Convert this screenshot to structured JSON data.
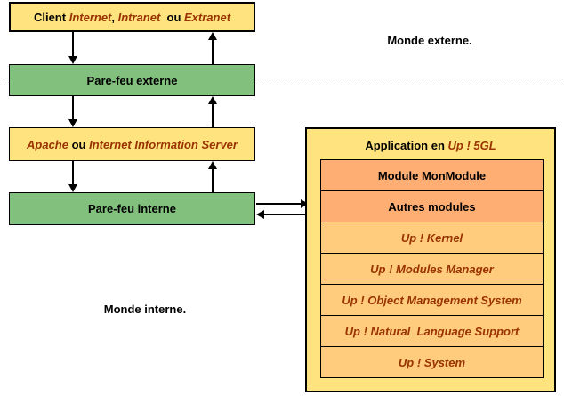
{
  "colors": {
    "yellow": "#FFE37E",
    "green": "#82C07E",
    "salmon": "#FFAE73",
    "tan": "#FFCB7D",
    "dark_red_text": "#993300",
    "line": "#000000"
  },
  "world_labels": {
    "external": "Monde externe.",
    "internal": "Monde interne."
  },
  "nodes": {
    "client": {
      "segments": [
        {
          "t": "Client ",
          "style": "plain"
        },
        {
          "t": "Internet",
          "style": "accent"
        },
        {
          "t": ", ",
          "style": "plain"
        },
        {
          "t": "Intranet",
          "style": "accent"
        },
        {
          "t": "  ou ",
          "style": "plain"
        },
        {
          "t": "Extranet",
          "style": "accent"
        }
      ]
    },
    "external_firewall": {
      "label": "Pare-feu externe"
    },
    "web_server": {
      "segments": [
        {
          "t": "Apache",
          "style": "accent"
        },
        {
          "t": " ou ",
          "style": "plain"
        },
        {
          "t": "Internet Information Server",
          "style": "accent"
        }
      ]
    },
    "internal_firewall": {
      "label": "Pare-feu interne"
    }
  },
  "application": {
    "title_segments": [
      {
        "t": "Application en ",
        "style": "plain"
      },
      {
        "t": "Up ! 5GL",
        "style": "accent"
      }
    ],
    "modules": [
      {
        "label": "Module MonModule",
        "kind": "user-module"
      },
      {
        "label": "Autres modules",
        "kind": "user-module"
      },
      {
        "label": "Up ! Kernel",
        "kind": "runtime"
      },
      {
        "label": "Up ! Modules Manager",
        "kind": "runtime"
      },
      {
        "label": "Up ! Object Management System",
        "kind": "runtime"
      },
      {
        "label": "Up ! Natural  Language Support",
        "kind": "runtime"
      },
      {
        "label": "Up ! System",
        "kind": "runtime"
      }
    ]
  }
}
